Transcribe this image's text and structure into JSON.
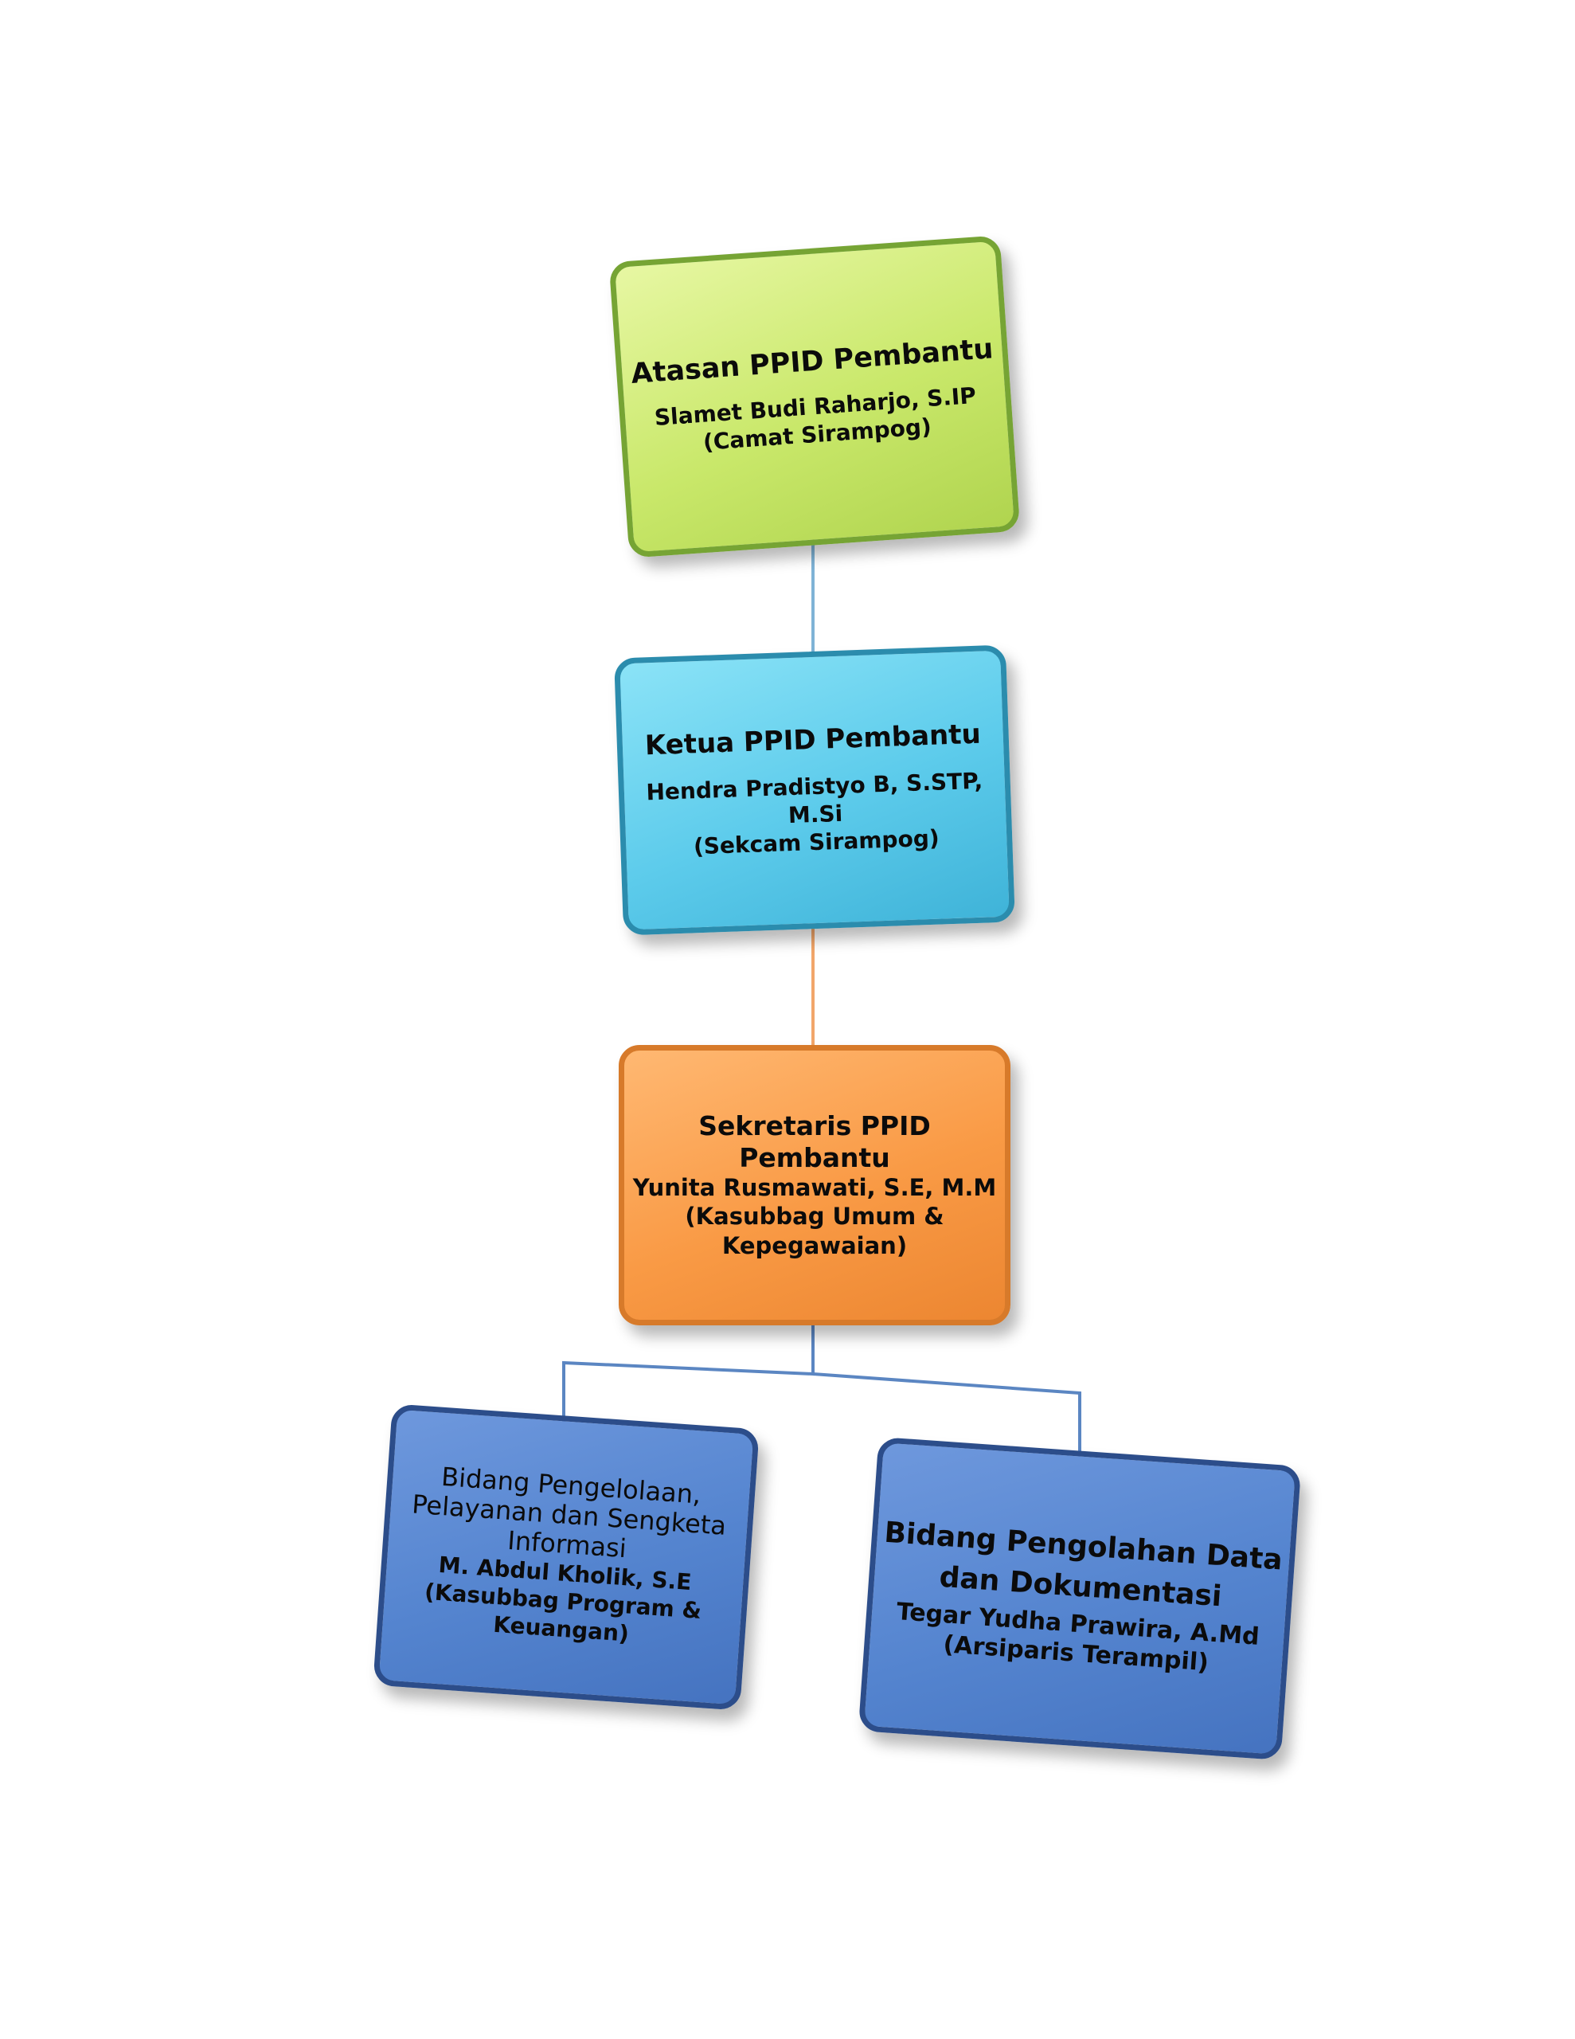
{
  "nodes": {
    "atasan": {
      "title": "Atasan PPID Pembantu",
      "name": "Slamet Budi Raharjo, S.IP",
      "position": "(Camat Sirampog)"
    },
    "ketua": {
      "title": "Ketua PPID Pembantu",
      "name": "Hendra Pradistyo B, S.STP, M.Si",
      "position": "(Sekcam Sirampog)"
    },
    "sekretaris": {
      "title": "Sekretaris PPID Pembantu",
      "name": "Yunita Rusmawati, S.E, M.M",
      "position_line1": "(Kasubbag Umum &",
      "position_line2": "Kepegawaian)"
    },
    "bidang_pengelolaan": {
      "title_line1": "Bidang Pengelolaan,",
      "title_line2": "Pelayanan dan Sengketa",
      "title_line3": "Informasi",
      "name": "M. Abdul Kholik, S.E",
      "position": "(Kasubbag Program & Keuangan)"
    },
    "bidang_pengolahan": {
      "title_line1": "Bidang Pengolahan Data",
      "title_line2": "dan Dokumentasi",
      "name": "Tegar Yudha Prawira, A.Md",
      "position": "(Arsiparis Terampil)"
    }
  },
  "colors": {
    "connector_blue": "#7fb3d6",
    "connector_orange": "#f2a66a",
    "connector_branch": "#5b86c2"
  }
}
